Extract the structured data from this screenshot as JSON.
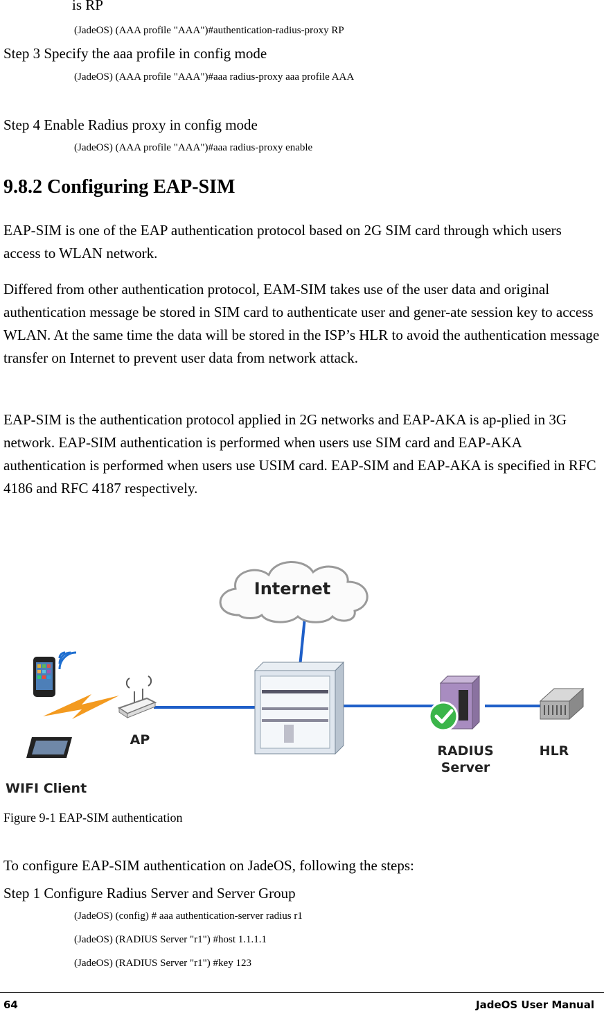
{
  "top": {
    "continued_text": "is RP",
    "cmd_rp": "(JadeOS) (AAA profile \"AAA\")#authentication-radius-proxy RP",
    "step3": "Step 3    Specify the aaa profile in config mode",
    "cmd_step3": "(JadeOS) (AAA profile \"AAA\")#aaa radius-proxy aaa profile AAA",
    "step4": "Step 4    Enable Radius proxy in config mode",
    "cmd_step4": "(JadeOS) (AAA profile \"AAA\")#aaa radius-proxy enable"
  },
  "section": {
    "heading": "9.8.2 Configuring EAP-SIM",
    "para1": "EAP-SIM is one of the EAP authentication protocol based on 2G SIM card through which users access to WLAN network.",
    "para2": "Differed from other authentication protocol, EAM-SIM takes use of the user data and original authentication message be stored in SIM card to authenticate user and gener-ate session key to access WLAN. At the same time the data will be stored in the ISP’s HLR to avoid the authentication message transfer on Internet to prevent user data from network attack.",
    "para3": "EAP-SIM is the authentication protocol applied in 2G networks and EAP-AKA is ap-plied in 3G network. EAP-SIM authentication is performed when users use SIM card and EAP-AKA authentication is performed when users use USIM card. EAP-SIM and EAP-AKA is specified in RFC 4186 and RFC 4187 respectively."
  },
  "figure": {
    "labels": {
      "internet": "Internet",
      "ap": "AP",
      "radius_line1": "RADIUS",
      "radius_line2": "Server",
      "hlr": "HLR",
      "wifi_client": "WIFI Client"
    },
    "caption": "Figure 9-1 EAP-SIM authentication",
    "colors": {
      "link": "#1f5fc8",
      "wireless": "#f39a1f",
      "check": "#3bb54a"
    }
  },
  "config": {
    "intro": "To configure EAP-SIM authentication on JadeOS, following the steps:",
    "step1": "Step 1 Configure Radius Server and Server Group",
    "cmd1": "(JadeOS) (config) # aaa authentication-server radius r1",
    "cmd2": "(JadeOS) (RADIUS Server \"r1\") #host 1.1.1.1",
    "cmd3": "(JadeOS) (RADIUS Server \"r1\") #key 123"
  },
  "footer": {
    "page_number": "64",
    "manual_title": "JadeOS User Manual"
  }
}
